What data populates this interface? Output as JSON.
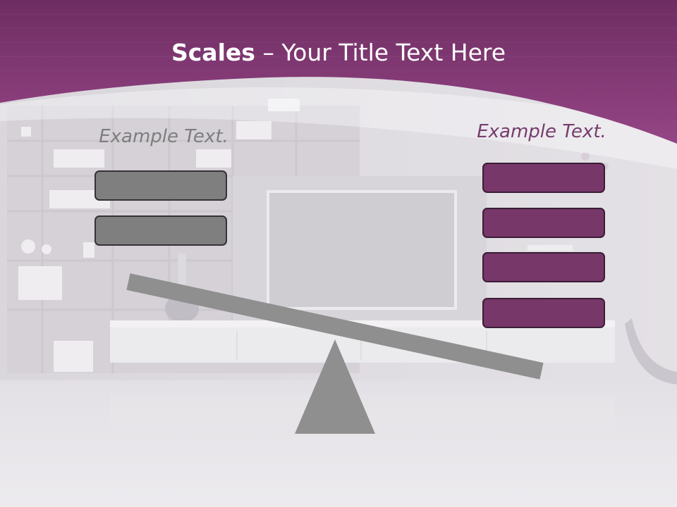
{
  "slide": {
    "title_bold": "Scales",
    "title_rest": " – Your Title Text Here",
    "left_caption": "Example Text.",
    "right_caption": "Example Text.",
    "left_box_count": 2,
    "right_box_count": 4
  },
  "colors": {
    "header_purple": "#8e3f80",
    "header_dark": "#6e2d62",
    "purple_box": "#773769",
    "gray_box": "#7f7f7f",
    "scale_gray": "#8f8f8f",
    "right_caption": "#763c6e",
    "left_caption": "#7e7e7e"
  }
}
